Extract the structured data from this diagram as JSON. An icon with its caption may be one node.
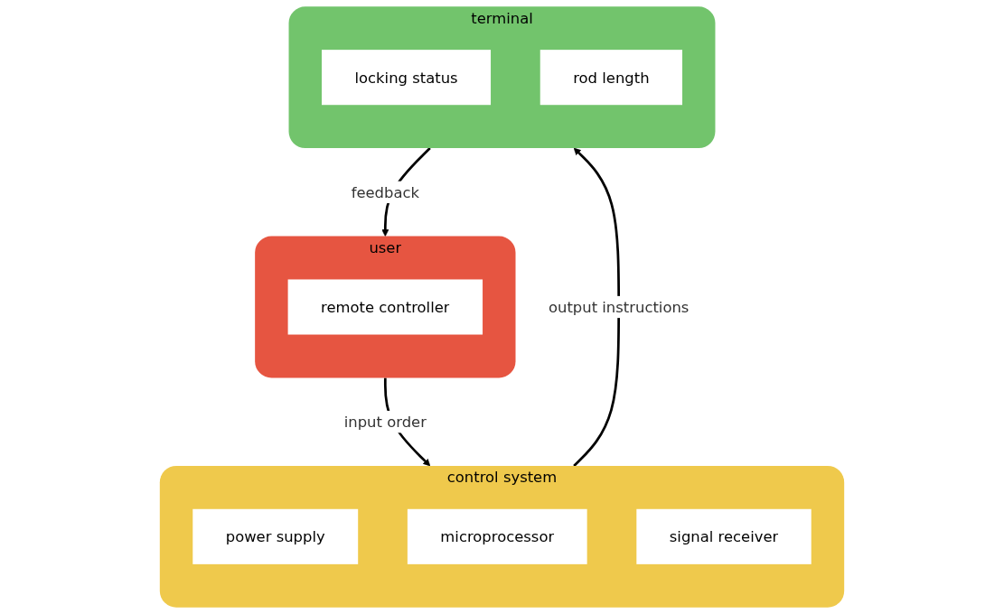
{
  "diagram": {
    "nodes": [
      {
        "text": [
          "control system"
        ]
      },
      {
        "text": [
          "power supply"
        ],
        "in": 0
      },
      {
        "text": [
          "microprocessor"
        ],
        "in": 0
      },
      {
        "text": [
          "signal receiver"
        ],
        "in": 0
      },
      {
        "text": [
          "user"
        ]
      },
      {
        "text": [
          "remote controller"
        ],
        "in": 4
      },
      {
        "text": [
          "terminal"
        ]
      },
      {
        "text": [
          "locking status"
        ],
        "in": 6
      },
      {
        "text": [
          "rod length"
        ],
        "in": 6
      }
    ],
    "edges": [
      {
        "from": 4,
        "to": 0,
        "arrow": "to",
        "label": "input order"
      },
      {
        "from": 0,
        "to": 6,
        "arrow": "to",
        "label": "output instructions"
      },
      {
        "from": 6,
        "to": 4,
        "arrow": "to",
        "label": "feedback"
      }
    ]
  }
}
